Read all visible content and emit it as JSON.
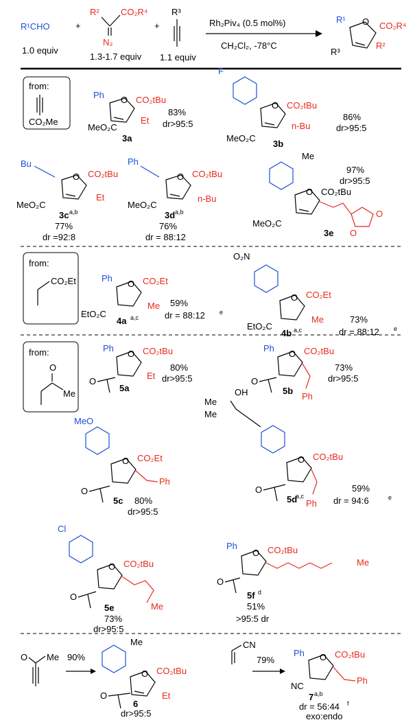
{
  "header": {
    "r1_aldehyde": "R¹CHO",
    "aldehyde_equiv": "1.0 equiv",
    "diazo_r2": "R²",
    "diazo_ester": "CO₂R⁴",
    "diazo_n2": "N₂",
    "diazo_equiv": "1.3-1.7 equiv",
    "alkyne_r3": "R³",
    "alkyne_equiv": "1.1 equiv",
    "catalyst": "Rh₂Piv₄ (0.5 mol%)",
    "conditions": "CH₂Cl₂, -78°C",
    "product_r1": "R¹",
    "product_ester": "CO₂R⁴",
    "product_r2": "R²",
    "product_r3": "R³",
    "plus": "+"
  },
  "section1": {
    "box_from": "from:",
    "box_reagent": "CO₂Me",
    "compounds": [
      {
        "label": "3a",
        "ester": "CO₂tBu",
        "r1": "Ph",
        "r2": "Et",
        "r3": "MeO₂C",
        "yield": "83%",
        "dr": "dr>95:5"
      },
      {
        "label": "3b",
        "ester": "CO₂tBu",
        "r1": "F",
        "r2": "n-Bu",
        "r3": "MeO₂C",
        "yield": "86%",
        "dr": "dr>95:5"
      },
      {
        "label": "3c",
        "sup": "a,b",
        "ester": "CO₂tBu",
        "r1": "Bu",
        "r2": "Et",
        "r3": "MeO₂C",
        "yield": "77%",
        "dr": "dr =92:8"
      },
      {
        "label": "3d",
        "sup": "a,b",
        "ester": "CO₂tBu",
        "r1": "Ph",
        "r2": "n-Bu",
        "r3": "MeO₂C",
        "yield": "76%",
        "dr": "dr = 88:12"
      },
      {
        "label": "3e",
        "ester": "CO₂tBu",
        "r1": "Me",
        "r3": "MeO₂C",
        "ring_o1": "O",
        "ring_o2": "O",
        "yield": "97%",
        "dr": "dr>95:5"
      }
    ]
  },
  "section2": {
    "box_from": "from:",
    "box_reagent": "CO₂Et",
    "compounds": [
      {
        "label": "4a",
        "sup": "a,c",
        "ester": "CO₂Et",
        "r1": "Ph",
        "r2": "Me",
        "r3": "EtO₂C",
        "yield": "59%",
        "dr": "dr = 88:12",
        "dr_sup": "e"
      },
      {
        "label": "4b",
        "sup": "a,c",
        "ester": "CO₂Et",
        "r1": "O₂N",
        "r2": "Me",
        "r3": "EtO₂C",
        "yield": "73%",
        "dr": "dr = 88:12",
        "dr_sup": "e"
      }
    ]
  },
  "section3": {
    "box_from": "from:",
    "box_o": "O",
    "box_me": "Me",
    "compounds": [
      {
        "label": "5a",
        "ester": "CO₂tBu",
        "r1": "Ph",
        "r2": "Et",
        "yield": "80%",
        "dr": "dr>95:5"
      },
      {
        "label": "5b",
        "ester": "CO₂tBu",
        "r1": "Ph",
        "r2": "Ph",
        "yield": "73%",
        "dr": "dr>95:5"
      },
      {
        "label": "5c",
        "ester": "CO₂Et",
        "r1": "MeO",
        "r2": "Ph",
        "yield": "80%",
        "dr": "dr>95:5"
      },
      {
        "label": "5d",
        "sup": "a,c",
        "ester": "CO₂tBu",
        "r1_a": "OH",
        "r1_b": "Me",
        "r1_c": "Me",
        "r2": "Ph",
        "yield": "59%",
        "dr": "dr = 94:6",
        "dr_sup": "e"
      },
      {
        "label": "5e",
        "ester": "CO₂tBu",
        "r1": "Cl",
        "r2": "Me",
        "yield": "73%",
        "dr": "dr>95:5"
      },
      {
        "label": "5f",
        "sup": "d",
        "ester": "CO₂tBu",
        "r1": "Ph",
        "r2": "Me",
        "yield": "51%",
        "dr": ">95:5 dr"
      }
    ]
  },
  "section4": {
    "reagent_o": "O",
    "reagent_me": "Me",
    "yield6": "90%",
    "cmpd6": {
      "label": "6",
      "ester": "CO₂tBu",
      "r1": "Me",
      "r2": "Et",
      "dr": "dr>95:5"
    },
    "reagent_cn": "CN",
    "yield7": "79%",
    "cmpd7": {
      "label": "7",
      "sup": "a,b",
      "ester": "CO₂tBu",
      "r1": "Ph",
      "r2": "Ph",
      "nc": "NC",
      "dr": "dr = 56:44",
      "dr_sup": "f",
      "note": "exo:endo"
    }
  },
  "common": {
    "ring_o": "O",
    "ketone_o": "O"
  }
}
